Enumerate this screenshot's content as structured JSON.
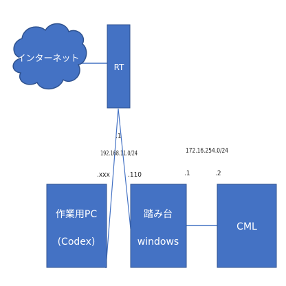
{
  "colors": {
    "node_fill": "#4472c4",
    "node_stroke": "#2f528f",
    "link": "#4472c4",
    "text_on_node": "#ffffff",
    "label": "#222222"
  },
  "nodes": {
    "internet": {
      "label": "インターネット",
      "icon": "cloud-icon"
    },
    "router": {
      "label": "RT"
    },
    "workpc": {
      "line1": "作業用PC",
      "line2": "(Codex)"
    },
    "jump": {
      "line1": "踏み台",
      "line2": "windows"
    },
    "cml": {
      "label": "CML"
    }
  },
  "labels": {
    "rt_if": ".1",
    "lan1_subnet": "192.168.11.0/24",
    "workpc_if": ".xxx",
    "jump_if_lan1": ".110",
    "lan2_subnet": "172.16.254.0/24",
    "jump_if_lan2": ".1",
    "cml_if": ".2"
  }
}
